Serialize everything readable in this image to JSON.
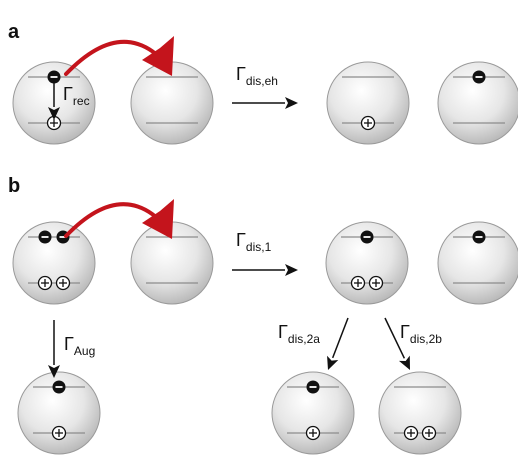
{
  "panels": [
    {
      "label": "a",
      "rates": [
        {
          "symbol": "Γ",
          "subscript": "rec"
        },
        {
          "symbol": "Γ",
          "subscript": "dis,eh"
        }
      ]
    },
    {
      "label": "b",
      "rates": [
        {
          "symbol": "Γ",
          "subscript": "dis,1"
        },
        {
          "symbol": "Γ",
          "subscript": "Aug"
        },
        {
          "symbol": "Γ",
          "subscript": "dis,2a"
        },
        {
          "symbol": "Γ",
          "subscript": "dis,2b"
        }
      ]
    }
  ],
  "colors": {
    "transfer_arrow": "#c4141c",
    "dot_fill": "#111111",
    "dot_outer": "#ffffff",
    "sphere_light": "#ffffff",
    "sphere_mid": "#e6e6e6",
    "sphere_dark": "#b3b3b3",
    "sphere_edge": "#9a9a9a",
    "level_line": "#8c8c8c",
    "arrow_black": "#111111"
  },
  "icons": {
    "electron": "filled-circle-with-minus",
    "hole": "open-circle-with-plus"
  }
}
